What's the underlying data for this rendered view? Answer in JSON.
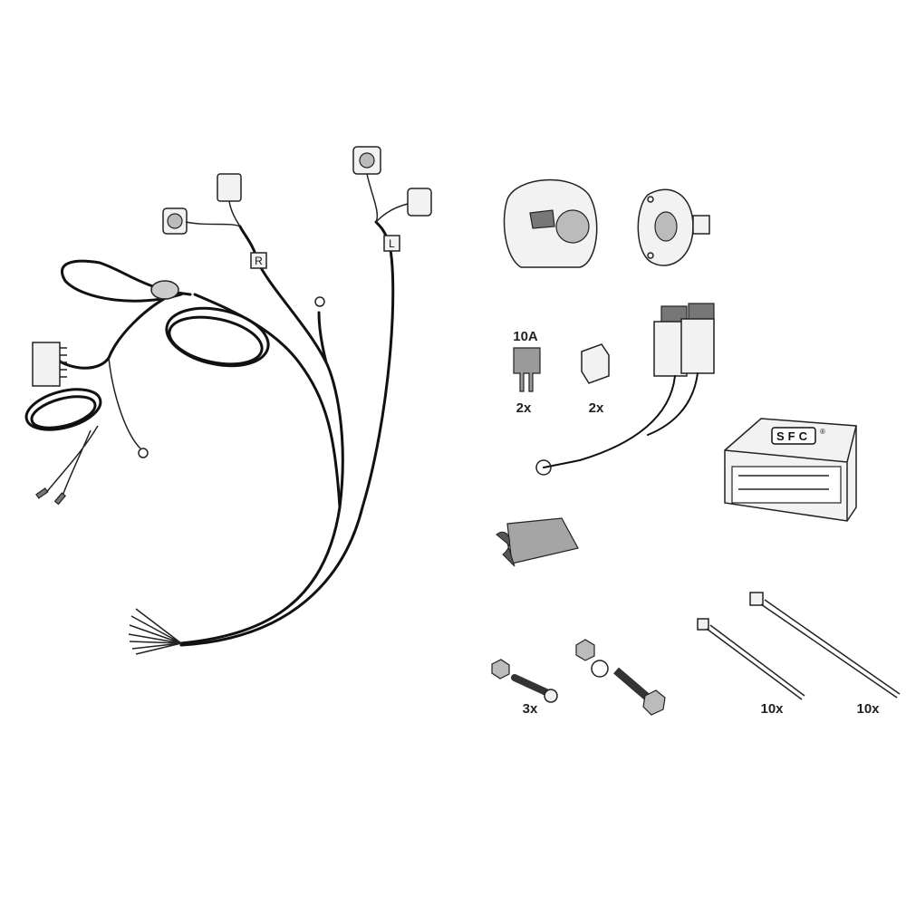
{
  "harness": {
    "right_tag": "R",
    "left_tag": "L"
  },
  "fuse": {
    "rating": "10A",
    "quantity": "2x"
  },
  "fuse_cap": {
    "quantity": "2x"
  },
  "module": {
    "brand": "SFC",
    "registered_mark": "®"
  },
  "screws": {
    "quantity": "3x"
  },
  "cable_tie_short": {
    "quantity": "10x"
  },
  "cable_tie_long": {
    "quantity": "10x"
  }
}
